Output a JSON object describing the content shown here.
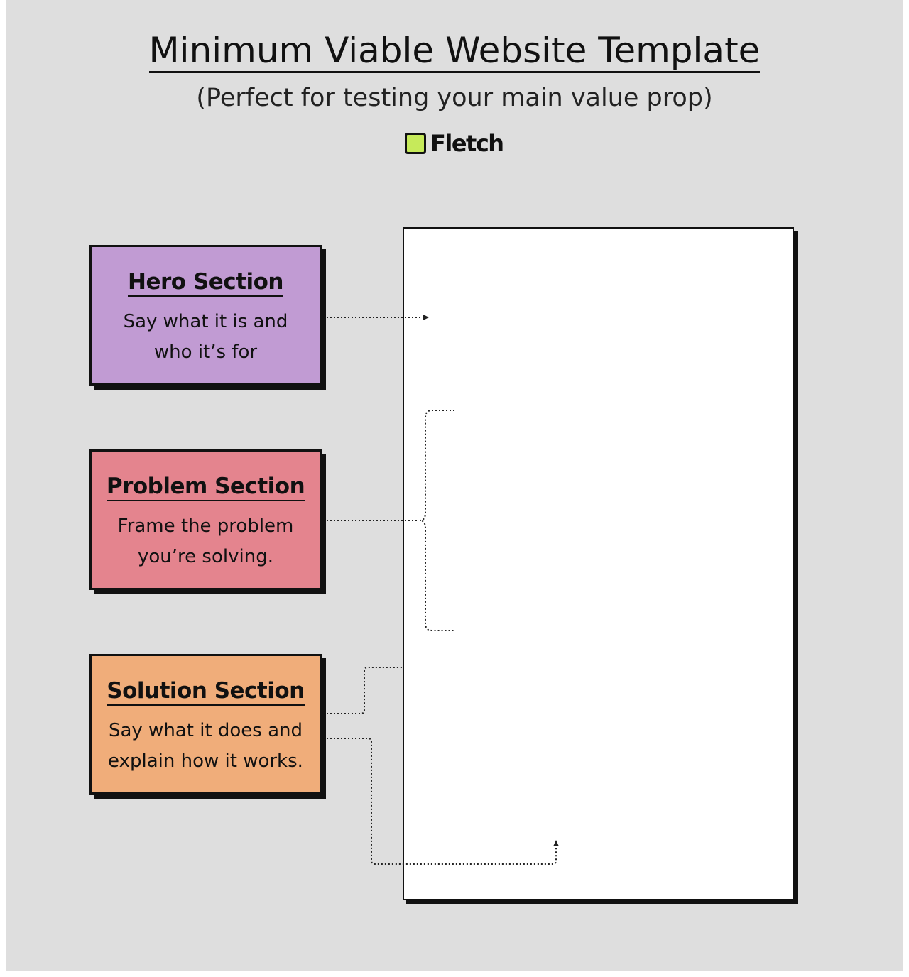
{
  "header": {
    "title": "Minimum Viable Website Template",
    "subtitle": "(Perfect for testing your main value prop)",
    "brand": "Fletch"
  },
  "sections": [
    {
      "title": "Hero Section",
      "desc_line1": "Say what it is and",
      "desc_line2": "who it’s for",
      "color": "#c19bd3"
    },
    {
      "title": "Problem Section",
      "desc_line1": "Frame the problem",
      "desc_line2": "you’re solving.",
      "color": "#e4848e"
    },
    {
      "title": "Solution Section",
      "desc_line1": "Say what it does and",
      "desc_line2": "explain how it works.",
      "color": "#f0ad7a"
    }
  ],
  "colors": {
    "background": "#dedede",
    "brand_mark": "#c6ea5a",
    "outline": "#111111"
  }
}
